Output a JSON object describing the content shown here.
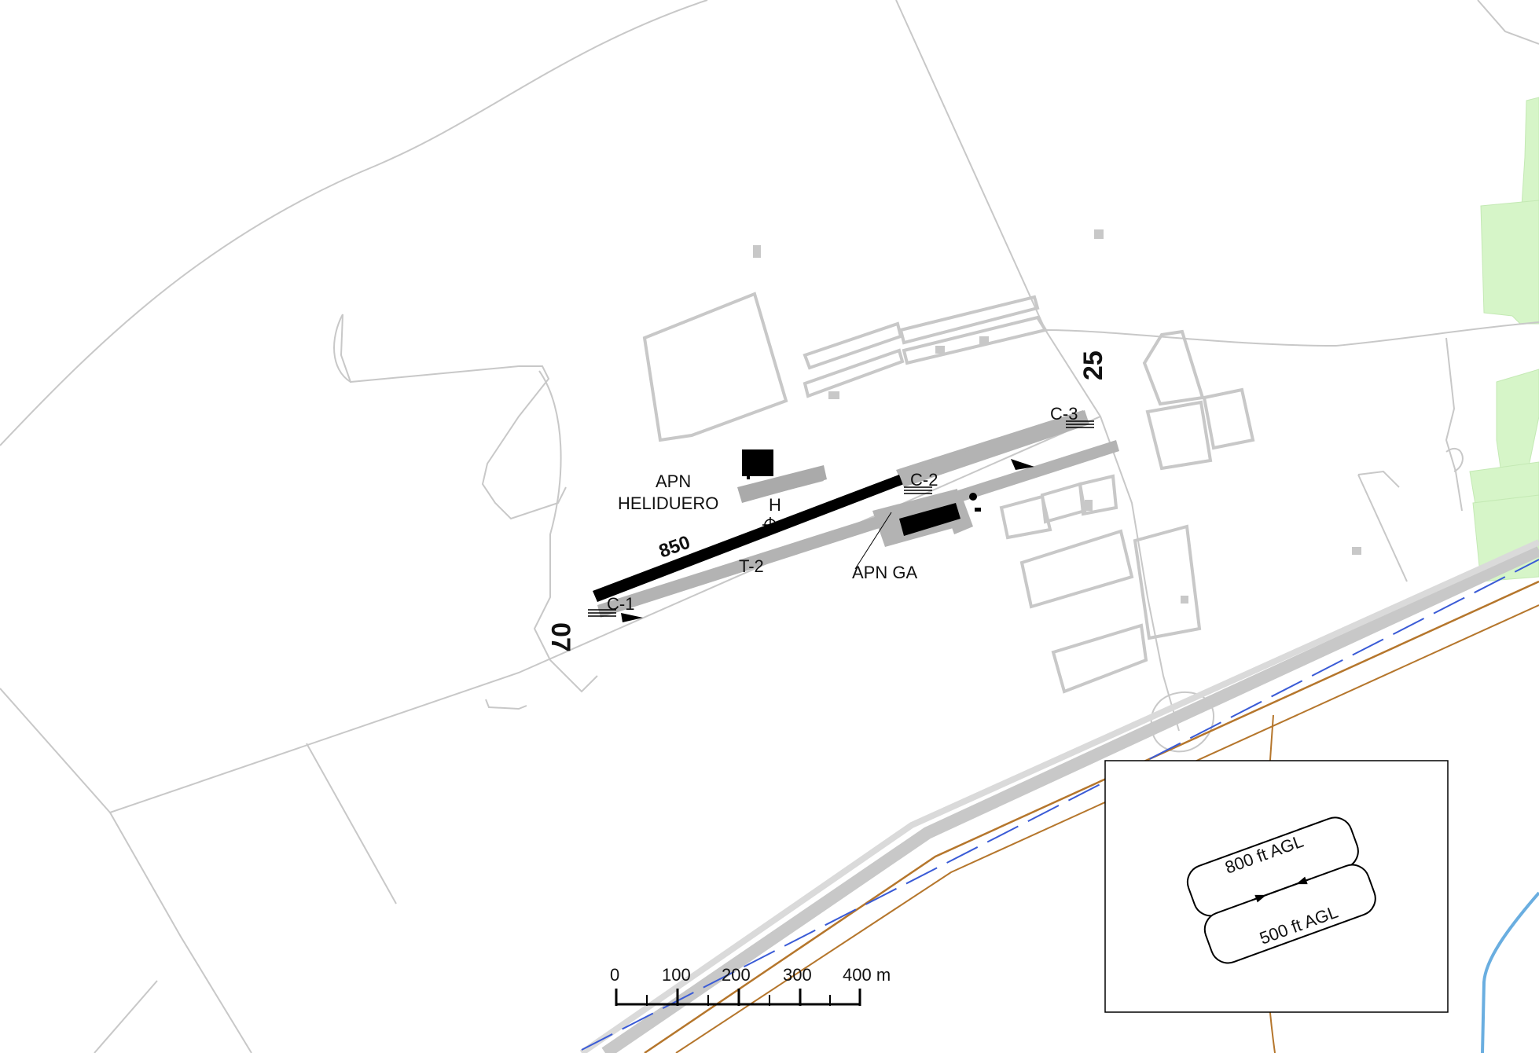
{
  "map": {
    "runway": {
      "end_left": "07",
      "end_right": "25",
      "length_label": "850"
    },
    "labels": {
      "apn": "APN",
      "heliduero": "HELIDUERO",
      "helipad": "H",
      "taxiway_t2": "T-2",
      "apn_ga": "APN GA",
      "c1": "C-1",
      "c2": "C-2",
      "c3": "C-3"
    },
    "scale_bar": {
      "labels": [
        "0",
        "100",
        "200",
        "300",
        "400 m"
      ]
    },
    "inset": {
      "upper_label": "800 ft AGL",
      "lower_label": "500 ft AGL"
    },
    "colors": {
      "runway": "#000000",
      "taxiway": "#b3b3b3",
      "road": "#c8c8c8",
      "vegetation": "#d6f5c8",
      "motorway_brown": "#b5762c",
      "power_line": "#3a5bd6",
      "water": "#6aaee0"
    }
  }
}
